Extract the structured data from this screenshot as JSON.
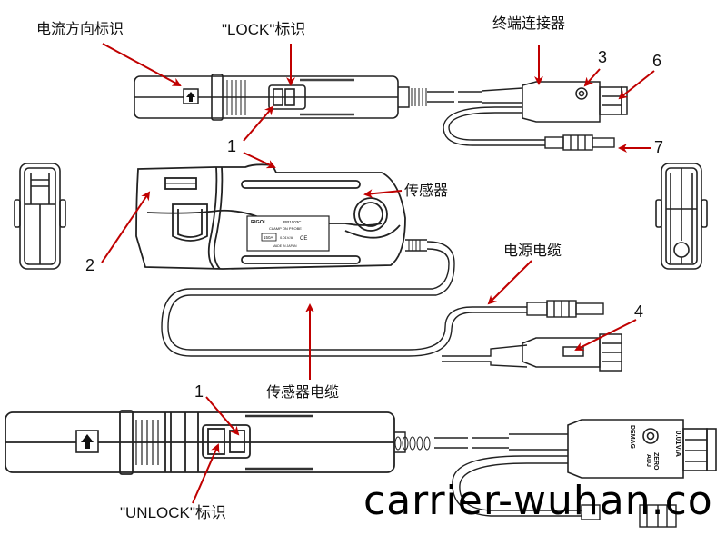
{
  "labels": {
    "current_direction_mark": "电流方向标识",
    "lock_mark": "\"LOCK\"标识",
    "terminal_connector": "终端连接器",
    "sensor": "传感器",
    "power_cable": "电源电缆",
    "sensor_cable": "传感器电缆",
    "unlock_mark": "\"UNLOCK\"标识"
  },
  "callouts": {
    "n1_top": "1",
    "n1_bottom": "1",
    "n2": "2",
    "n3": "3",
    "n4": "4",
    "n6": "6",
    "n7": "7"
  },
  "probe_label": {
    "brand": "RIGOL",
    "model": "RP1003C",
    "type": "CLAMP ON PROBE",
    "rating": "150A",
    "ratio": "0.01V/A",
    "cert": "CE",
    "origin": "MADE IN JAPAN"
  },
  "connector_text": {
    "demag": "DEMAG",
    "zero_adj_line1": "ZERO",
    "zero_adj_line2": "ADJ",
    "ratio": "0.01V/A"
  },
  "watermark": "carrier-wuhan.co",
  "colors": {
    "arrow": "#c00000",
    "line": "#222222",
    "background": "#ffffff"
  }
}
